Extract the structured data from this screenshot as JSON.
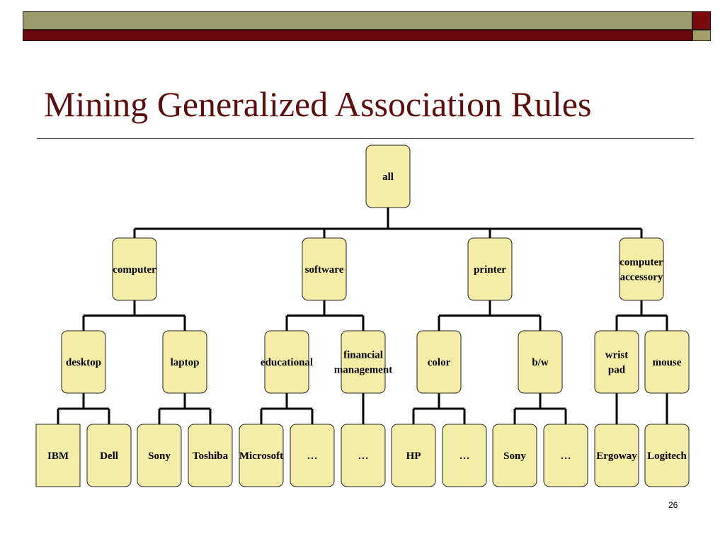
{
  "slide": {
    "title": "Mining Generalized Association Rules",
    "page_number": "26",
    "colors": {
      "title": "#5c0d0d",
      "node_fill": "#f3eda8",
      "bar_olive": "#9b9a6a",
      "bar_maroon": "#6b0a0e"
    }
  },
  "tree": {
    "label": "all",
    "children": [
      {
        "label": "computer",
        "children": [
          {
            "label": "desktop",
            "children": [
              {
                "label": "IBM"
              },
              {
                "label": "Dell"
              }
            ]
          },
          {
            "label": "laptop",
            "children": [
              {
                "label": "Sony"
              },
              {
                "label": "Toshiba"
              }
            ]
          }
        ]
      },
      {
        "label": "software",
        "children": [
          {
            "label": "educational",
            "children": [
              {
                "label": "Microsoft"
              },
              {
                "label": "…"
              }
            ]
          },
          {
            "label": "financial management",
            "children": [
              {
                "label": "…"
              }
            ]
          }
        ]
      },
      {
        "label": "printer",
        "children": [
          {
            "label": "color",
            "children": [
              {
                "label": "HP"
              },
              {
                "label": "…"
              }
            ]
          },
          {
            "label": "b/w",
            "children": [
              {
                "label": "Sony"
              },
              {
                "label": "…"
              }
            ]
          }
        ]
      },
      {
        "label": "computer accessory",
        "children": [
          {
            "label": "wrist pad",
            "children": [
              {
                "label": "Ergoway"
              }
            ]
          },
          {
            "label": "mouse",
            "children": [
              {
                "label": "Logitech"
              }
            ]
          }
        ]
      }
    ]
  }
}
